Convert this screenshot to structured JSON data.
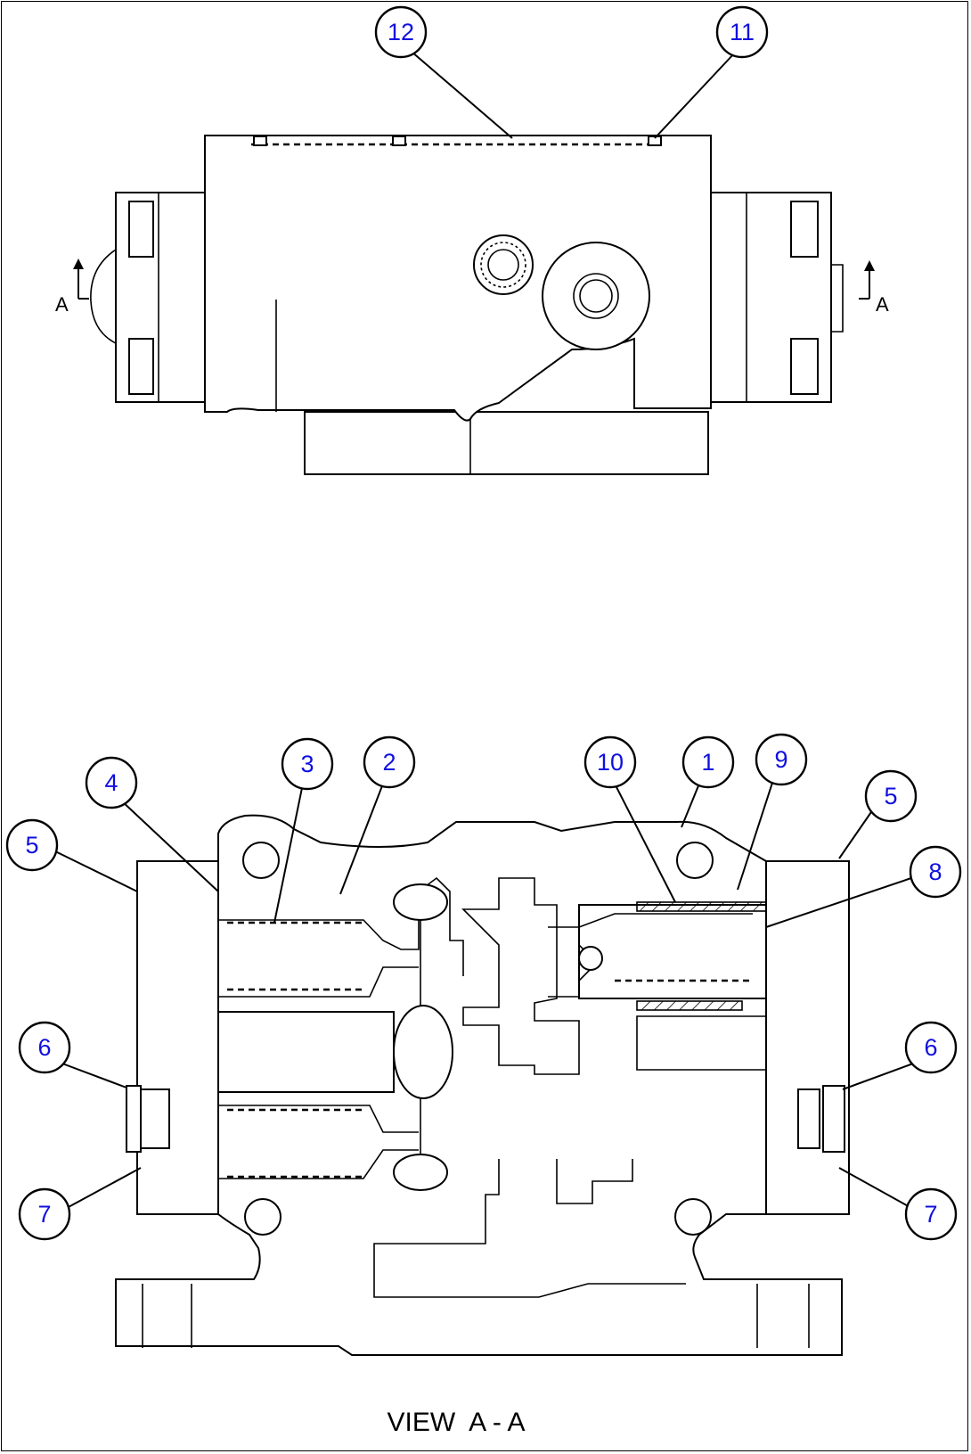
{
  "callouts": [
    {
      "id": "callout-12",
      "label": "12"
    },
    {
      "id": "callout-11",
      "label": "11"
    },
    {
      "id": "callout-4",
      "label": "4"
    },
    {
      "id": "callout-3",
      "label": "3"
    },
    {
      "id": "callout-2",
      "label": "2"
    },
    {
      "id": "callout-10",
      "label": "10"
    },
    {
      "id": "callout-1",
      "label": "1"
    },
    {
      "id": "callout-9",
      "label": "9"
    },
    {
      "id": "callout-5-left",
      "label": "5"
    },
    {
      "id": "callout-5-right",
      "label": "5"
    },
    {
      "id": "callout-8",
      "label": "8"
    },
    {
      "id": "callout-6-left",
      "label": "6"
    },
    {
      "id": "callout-6-right",
      "label": "6"
    },
    {
      "id": "callout-7-left",
      "label": "7"
    },
    {
      "id": "callout-7-right",
      "label": "7"
    }
  ],
  "section_marker": {
    "left_label": "A",
    "right_label": "A"
  },
  "view_caption": "VIEW  A - A"
}
